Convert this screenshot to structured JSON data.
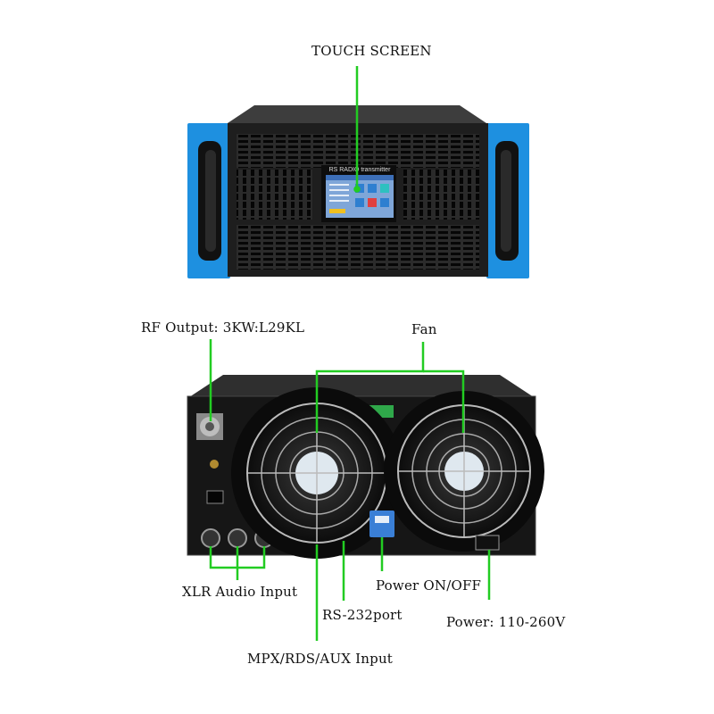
{
  "labels": {
    "touch_screen": "TOUCH SCREEN",
    "rf_output": "RF Output: 3KW:L29KL",
    "fan": "Fan",
    "xlr_audio_input": "XLR Audio Input",
    "power_on_off": "Power ON/OFF",
    "rs232_port": "RS-232port",
    "power": "Power: 110-260V",
    "mpx_input": "MPX/RDS/AUX Input"
  },
  "screen": {
    "header": "RS  RADIO  transmitter"
  },
  "colors": {
    "callout_line": "#22cc22",
    "rack_ears": "#1e90e0",
    "chassis": "#1a1a1a",
    "grille_slot": "#050505"
  }
}
